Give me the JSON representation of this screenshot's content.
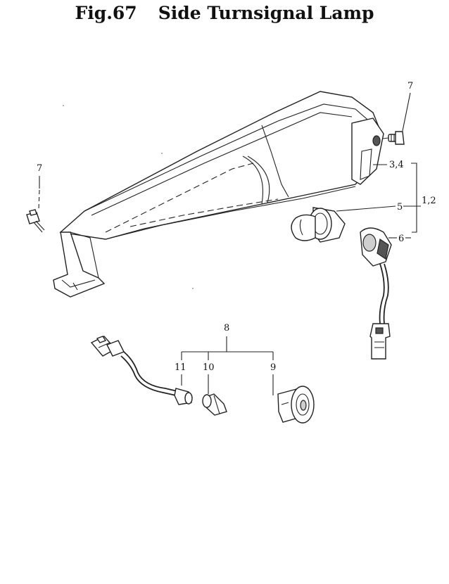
{
  "figure": {
    "number": "Fig.67",
    "title": "Side Turnsignal Lamp"
  },
  "callouts": {
    "c7_right": "7",
    "c7_left": "7",
    "c34": "3,4",
    "c12": "1,2",
    "c5": "5",
    "c6": "6",
    "c8": "8",
    "c11": "11",
    "c10": "10",
    "c9": "9"
  }
}
